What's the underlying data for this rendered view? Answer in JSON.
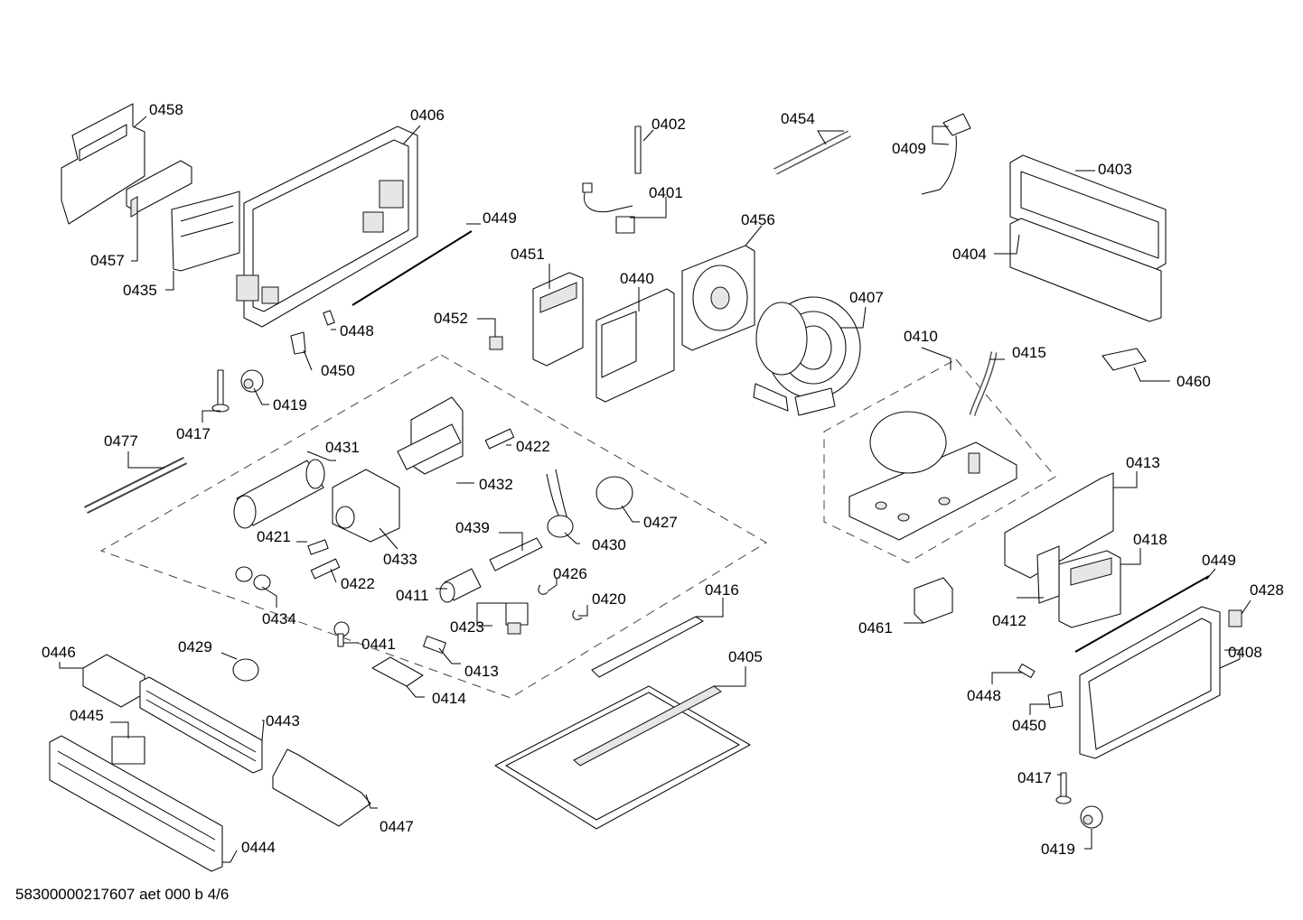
{
  "footer_code": "58300000217607 aet 000 b 4/6",
  "parts": [
    "0458",
    "0406",
    "0402",
    "0454",
    "0409",
    "0403",
    "0401",
    "0449",
    "0457",
    "0456",
    "0435",
    "0451",
    "0404",
    "0440",
    "0407",
    "0448",
    "0452",
    "0450",
    "0410",
    "0415",
    "0460",
    "0419",
    "0417",
    "0477",
    "0431",
    "0422",
    "0432",
    "0413",
    "0427",
    "0421",
    "0433",
    "0439",
    "0430",
    "0418",
    "0449",
    "0426",
    "0428",
    "0422",
    "0411",
    "0420",
    "0416",
    "0412",
    "0461",
    "0434",
    "0423",
    "0446",
    "0429",
    "0441",
    "0408",
    "0413",
    "0405",
    "0448",
    "0414",
    "0443",
    "0445",
    "0450",
    "0417",
    "0447",
    "0444",
    "0419"
  ]
}
